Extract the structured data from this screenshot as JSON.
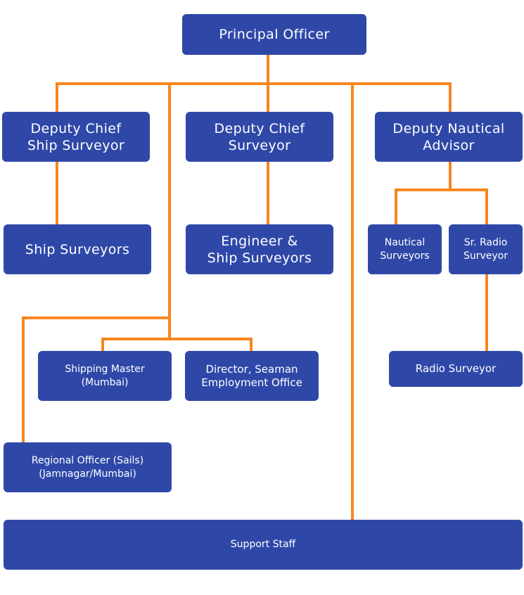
{
  "org_chart": {
    "principal_officer": "Principal Officer",
    "deputy_chief_ship_surveyor": [
      "Deputy Chief",
      "Ship Surveyor"
    ],
    "deputy_chief_surveyor": [
      "Deputy Chief",
      "Surveyor"
    ],
    "deputy_nautical_advisor": [
      "Deputy Nautical",
      "Advisor"
    ],
    "ship_surveyors": "Ship Surveyors",
    "engineer_ship_surveyors": [
      "Engineer &",
      "Ship Surveyors"
    ],
    "nautical_surveyors": [
      "Nautical",
      "Surveyors"
    ],
    "sr_radio_surveyor": [
      "Sr. Radio",
      "Surveyor"
    ],
    "shipping_master": [
      "Shipping Master",
      "(Mumbai)"
    ],
    "director_seaman": [
      "Director, Seaman",
      "Employment Office"
    ],
    "radio_surveyor": "Radio Surveyor",
    "regional_officer": [
      "Regional Officer (Sails)",
      "(Jamnagar/Mumbai)"
    ],
    "support_staff": "Support Staff"
  },
  "colors": {
    "node_fill": "#2f48a8",
    "connector": "#f7861f",
    "text": "#ffffff"
  }
}
